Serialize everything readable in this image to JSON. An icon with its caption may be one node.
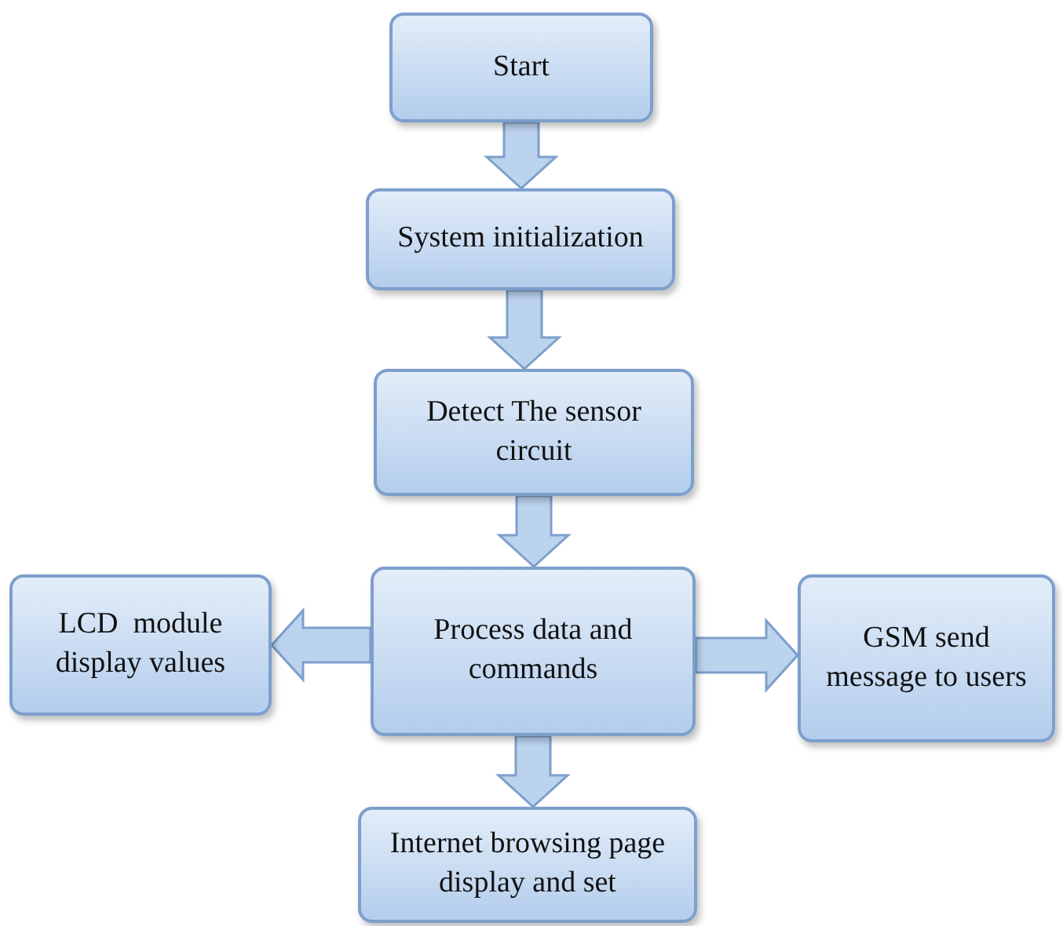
{
  "diagram": {
    "nodes": [
      {
        "text": [
          "Start"
        ]
      },
      {
        "text": [
          "System initialization"
        ]
      },
      {
        "text": [
          "Detect The sensor circuit"
        ]
      },
      {
        "text": [
          "Process data and commands"
        ]
      },
      {
        "text": [
          "LCD  module display values"
        ]
      },
      {
        "text": [
          "GSM send message to users"
        ]
      },
      {
        "text": [
          "Internet browsing page display and set"
        ]
      }
    ],
    "edges": [
      {
        "from": 0,
        "to": 1,
        "arrow": "to"
      },
      {
        "from": 1,
        "to": 2,
        "arrow": "to"
      },
      {
        "from": 2,
        "to": 3,
        "arrow": "to"
      },
      {
        "from": 3,
        "to": 4,
        "arrow": "to"
      },
      {
        "from": 3,
        "to": 5,
        "arrow": "to"
      },
      {
        "from": 3,
        "to": 6,
        "arrow": "to"
      }
    ]
  }
}
